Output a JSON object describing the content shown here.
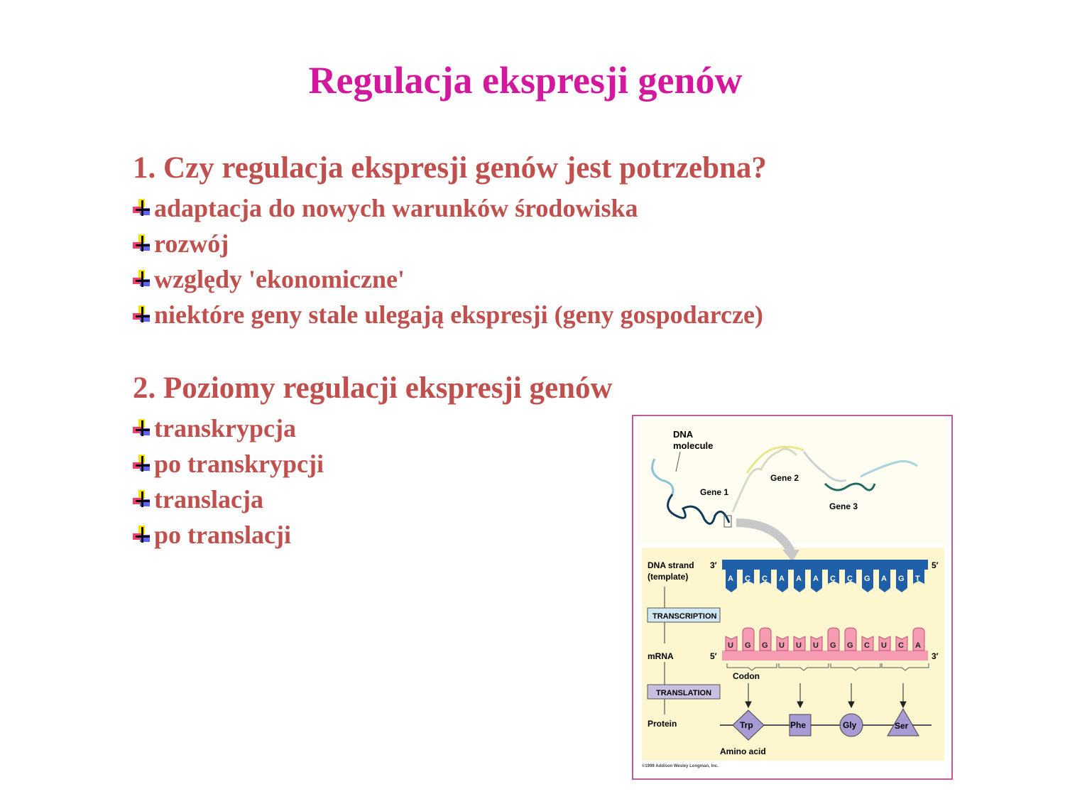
{
  "slide": {
    "title": "Regulacja ekspresji genów",
    "section1": {
      "heading": "1. Czy regulacja ekspresji genów jest potrzebna?",
      "bullets": [
        "adaptacja do nowych warunków środowiska",
        "rozwój",
        "względy 'ekonomiczne'",
        "niektóre geny stale ulegają ekspresji (geny gospodarcze)"
      ]
    },
    "section2": {
      "heading": "2. Poziomy regulacji ekspresji genów",
      "bullets": [
        "transkrypcja",
        "po transkrypcji",
        "translacja",
        "po translacji"
      ]
    },
    "bullet_icon": "plus-cross-bullet-icon",
    "colors": {
      "title": "#d4189e",
      "text": "#c0504d",
      "figure_border": "#c05a9b"
    }
  },
  "figure": {
    "dna_label_line1": "DNA",
    "dna_label_line2": "molecule",
    "gene1": "Gene 1",
    "gene2": "Gene 2",
    "gene3": "Gene 3",
    "dna_strand_label1": "DNA strand",
    "dna_strand_label2": "(template)",
    "prime3": "3′",
    "prime5": "5′",
    "dna_bases": [
      "A",
      "C",
      "C",
      "A",
      "A",
      "A",
      "C",
      "C",
      "G",
      "A",
      "G",
      "T"
    ],
    "transcription": "TRANSCRIPTION",
    "mrna_label": "mRNA",
    "mrna_bases": [
      "U",
      "G",
      "G",
      "U",
      "U",
      "U",
      "G",
      "G",
      "C",
      "U",
      "C",
      "A"
    ],
    "codon": "Codon",
    "translation": "TRANSLATION",
    "protein_label": "Protein",
    "amino_acids": [
      "Trp",
      "Phe",
      "Gly",
      "Ser"
    ],
    "amino_acid_label": "Amino acid",
    "copyright": "©1999 Addison Wesley Longman, Inc."
  }
}
